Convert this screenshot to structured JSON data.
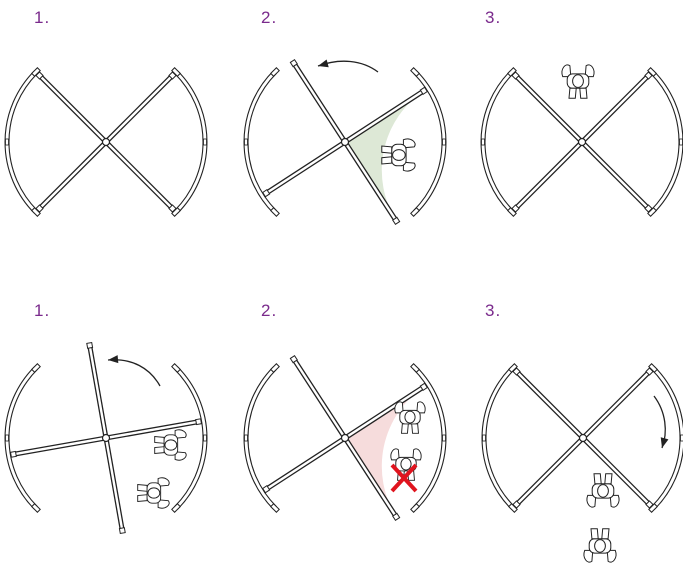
{
  "rows": [
    {
      "steps": [
        {
          "label": "1."
        },
        {
          "label": "2."
        },
        {
          "label": "3."
        }
      ]
    },
    {
      "steps": [
        {
          "label": "1."
        },
        {
          "label": "2."
        },
        {
          "label": "3."
        }
      ]
    }
  ],
  "colors": {
    "label": "#7a2a8c",
    "line": "#222222",
    "allowed_fill": "#dde8d6",
    "blocked_fill": "#f6dcdc",
    "blocked_mark": "#e0141e"
  },
  "icons": {
    "person": "person-top-view-icon",
    "arrow": "curved-arrow-icon",
    "blocked": "red-x-icon"
  }
}
